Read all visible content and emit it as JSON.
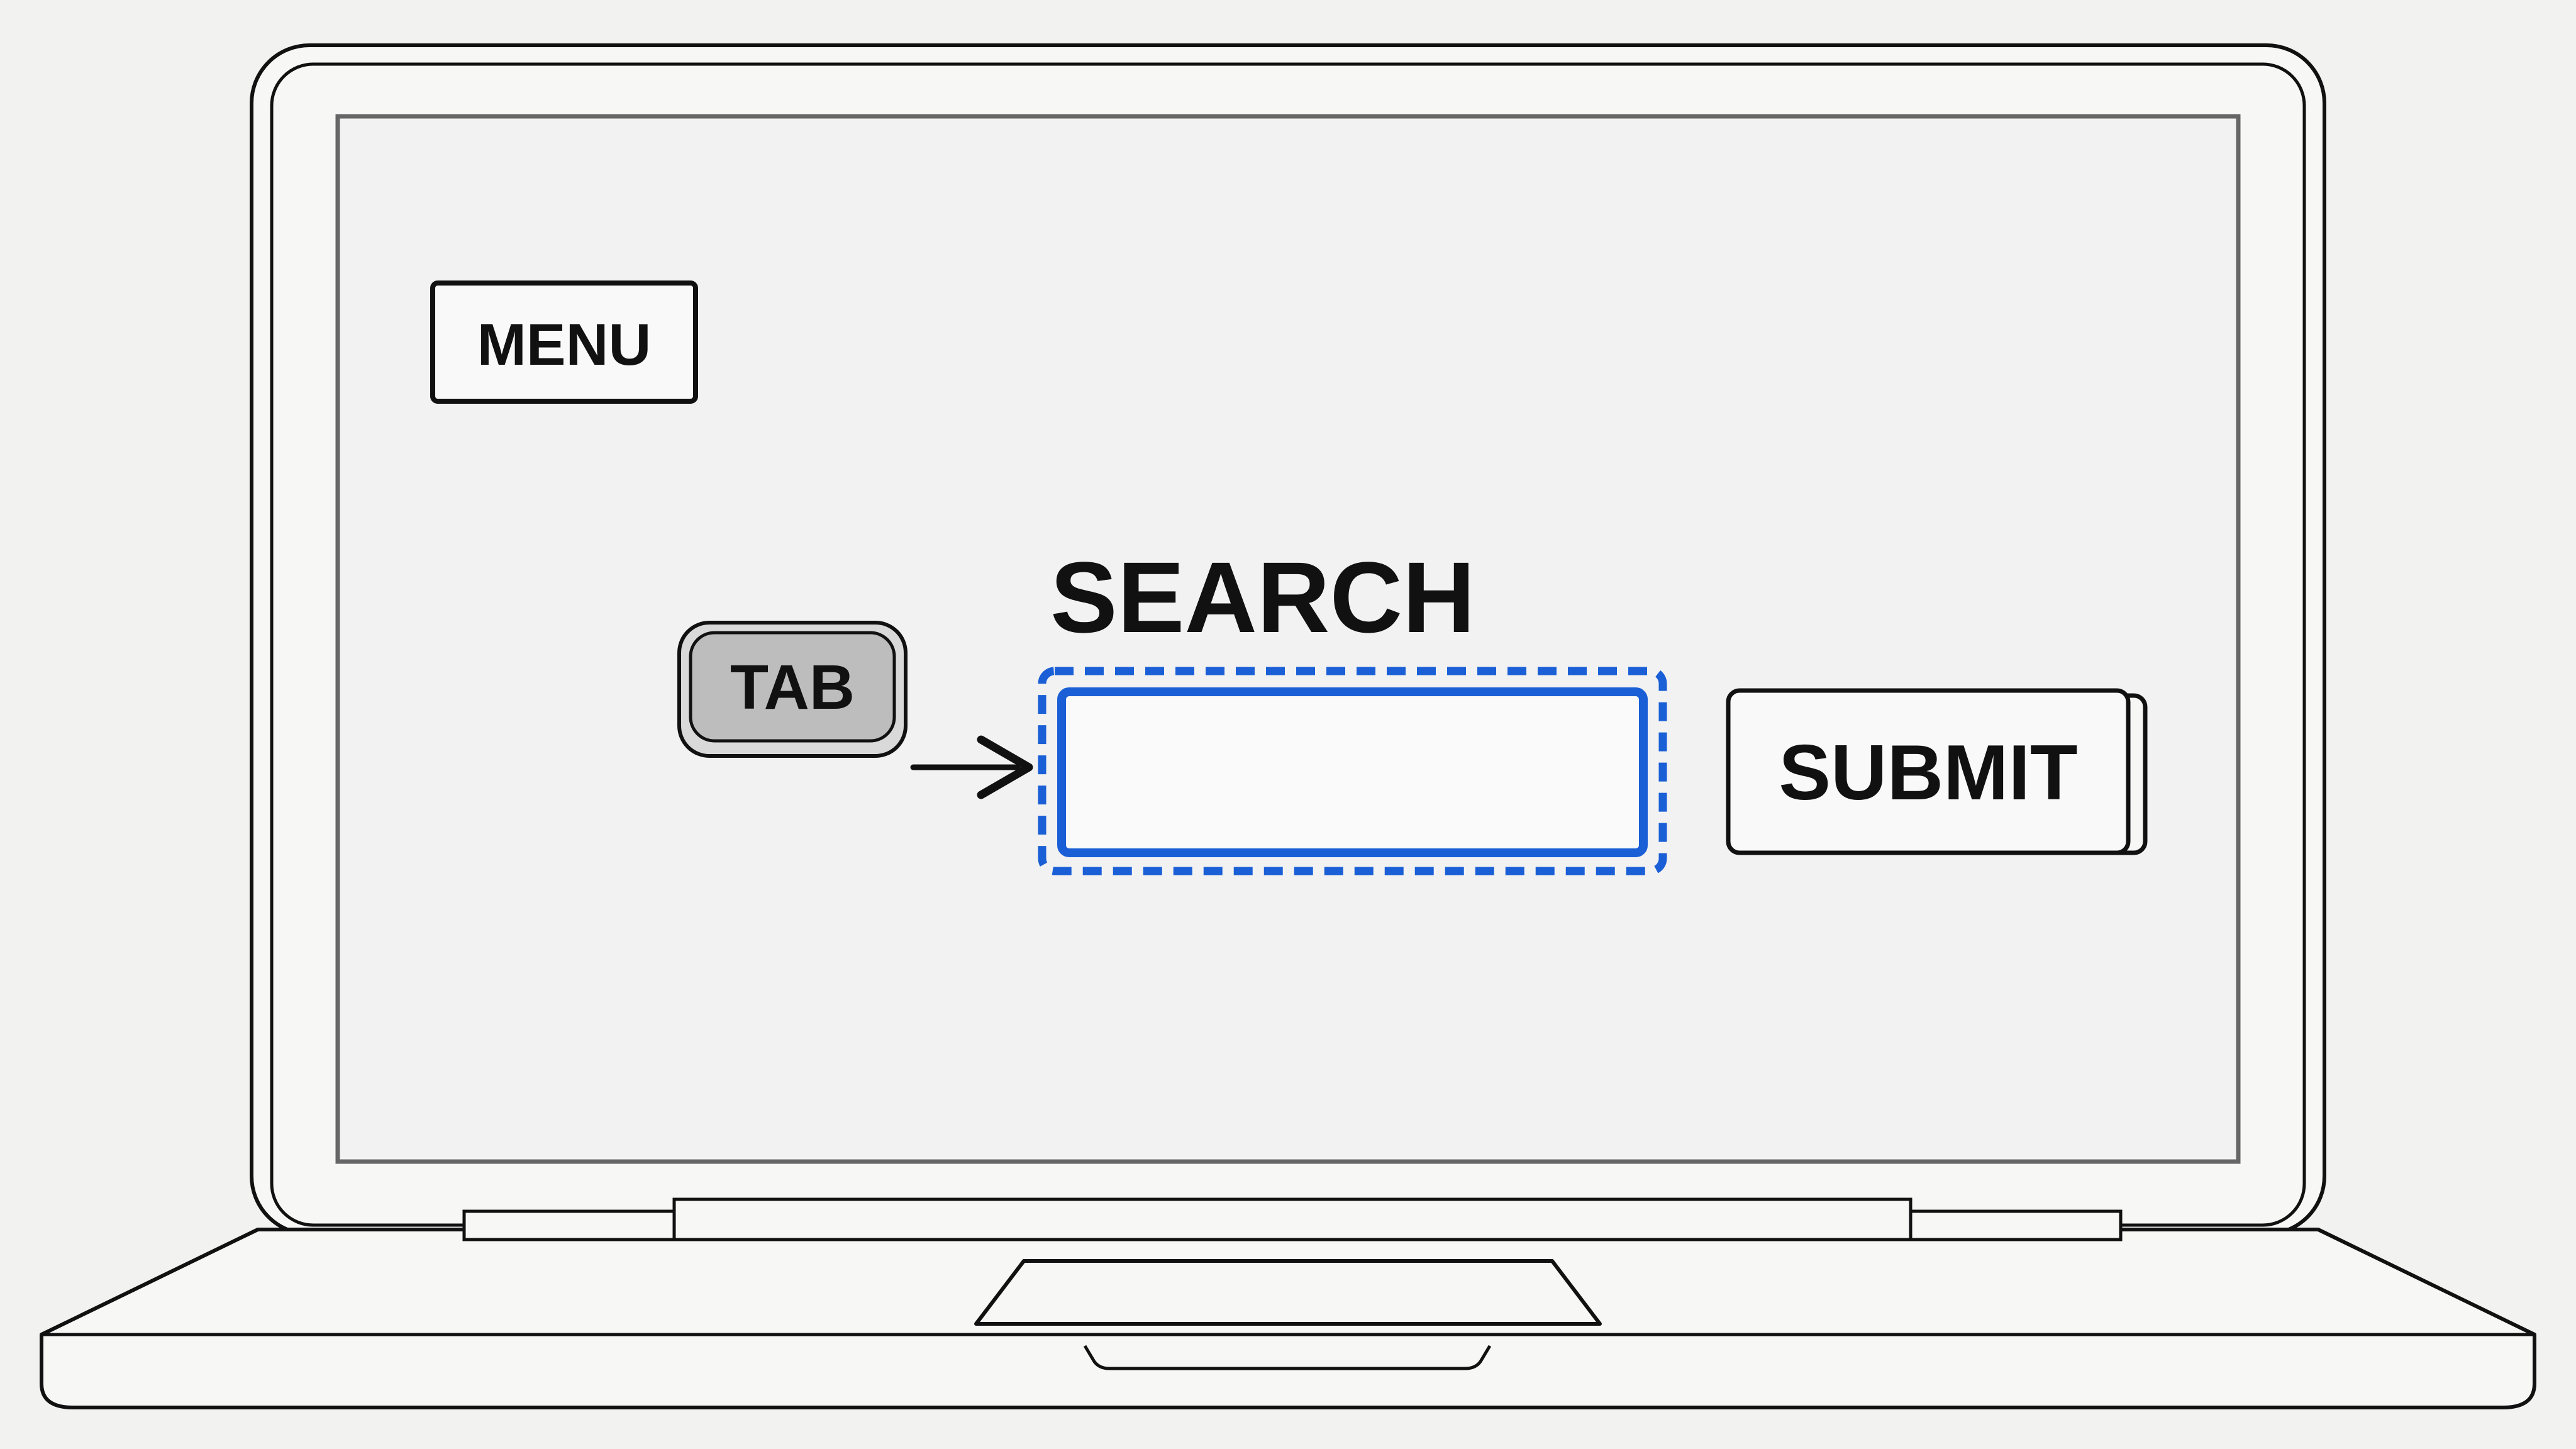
{
  "screen": {
    "menu_button_label": "MENU",
    "section_heading": "SEARCH",
    "search_input_value": "",
    "tab_key_label": "TAB",
    "submit_button_label": "SUBMIT"
  },
  "icons": {
    "tab_key": "keyboard-key",
    "focus_indicator": "arrow-right"
  },
  "colors": {
    "background": "#f2f2f1",
    "outline": "#111111",
    "screen_border": "#666666",
    "focus_blue": "#1a5fd6",
    "key_fill": "#bdbdbd"
  }
}
